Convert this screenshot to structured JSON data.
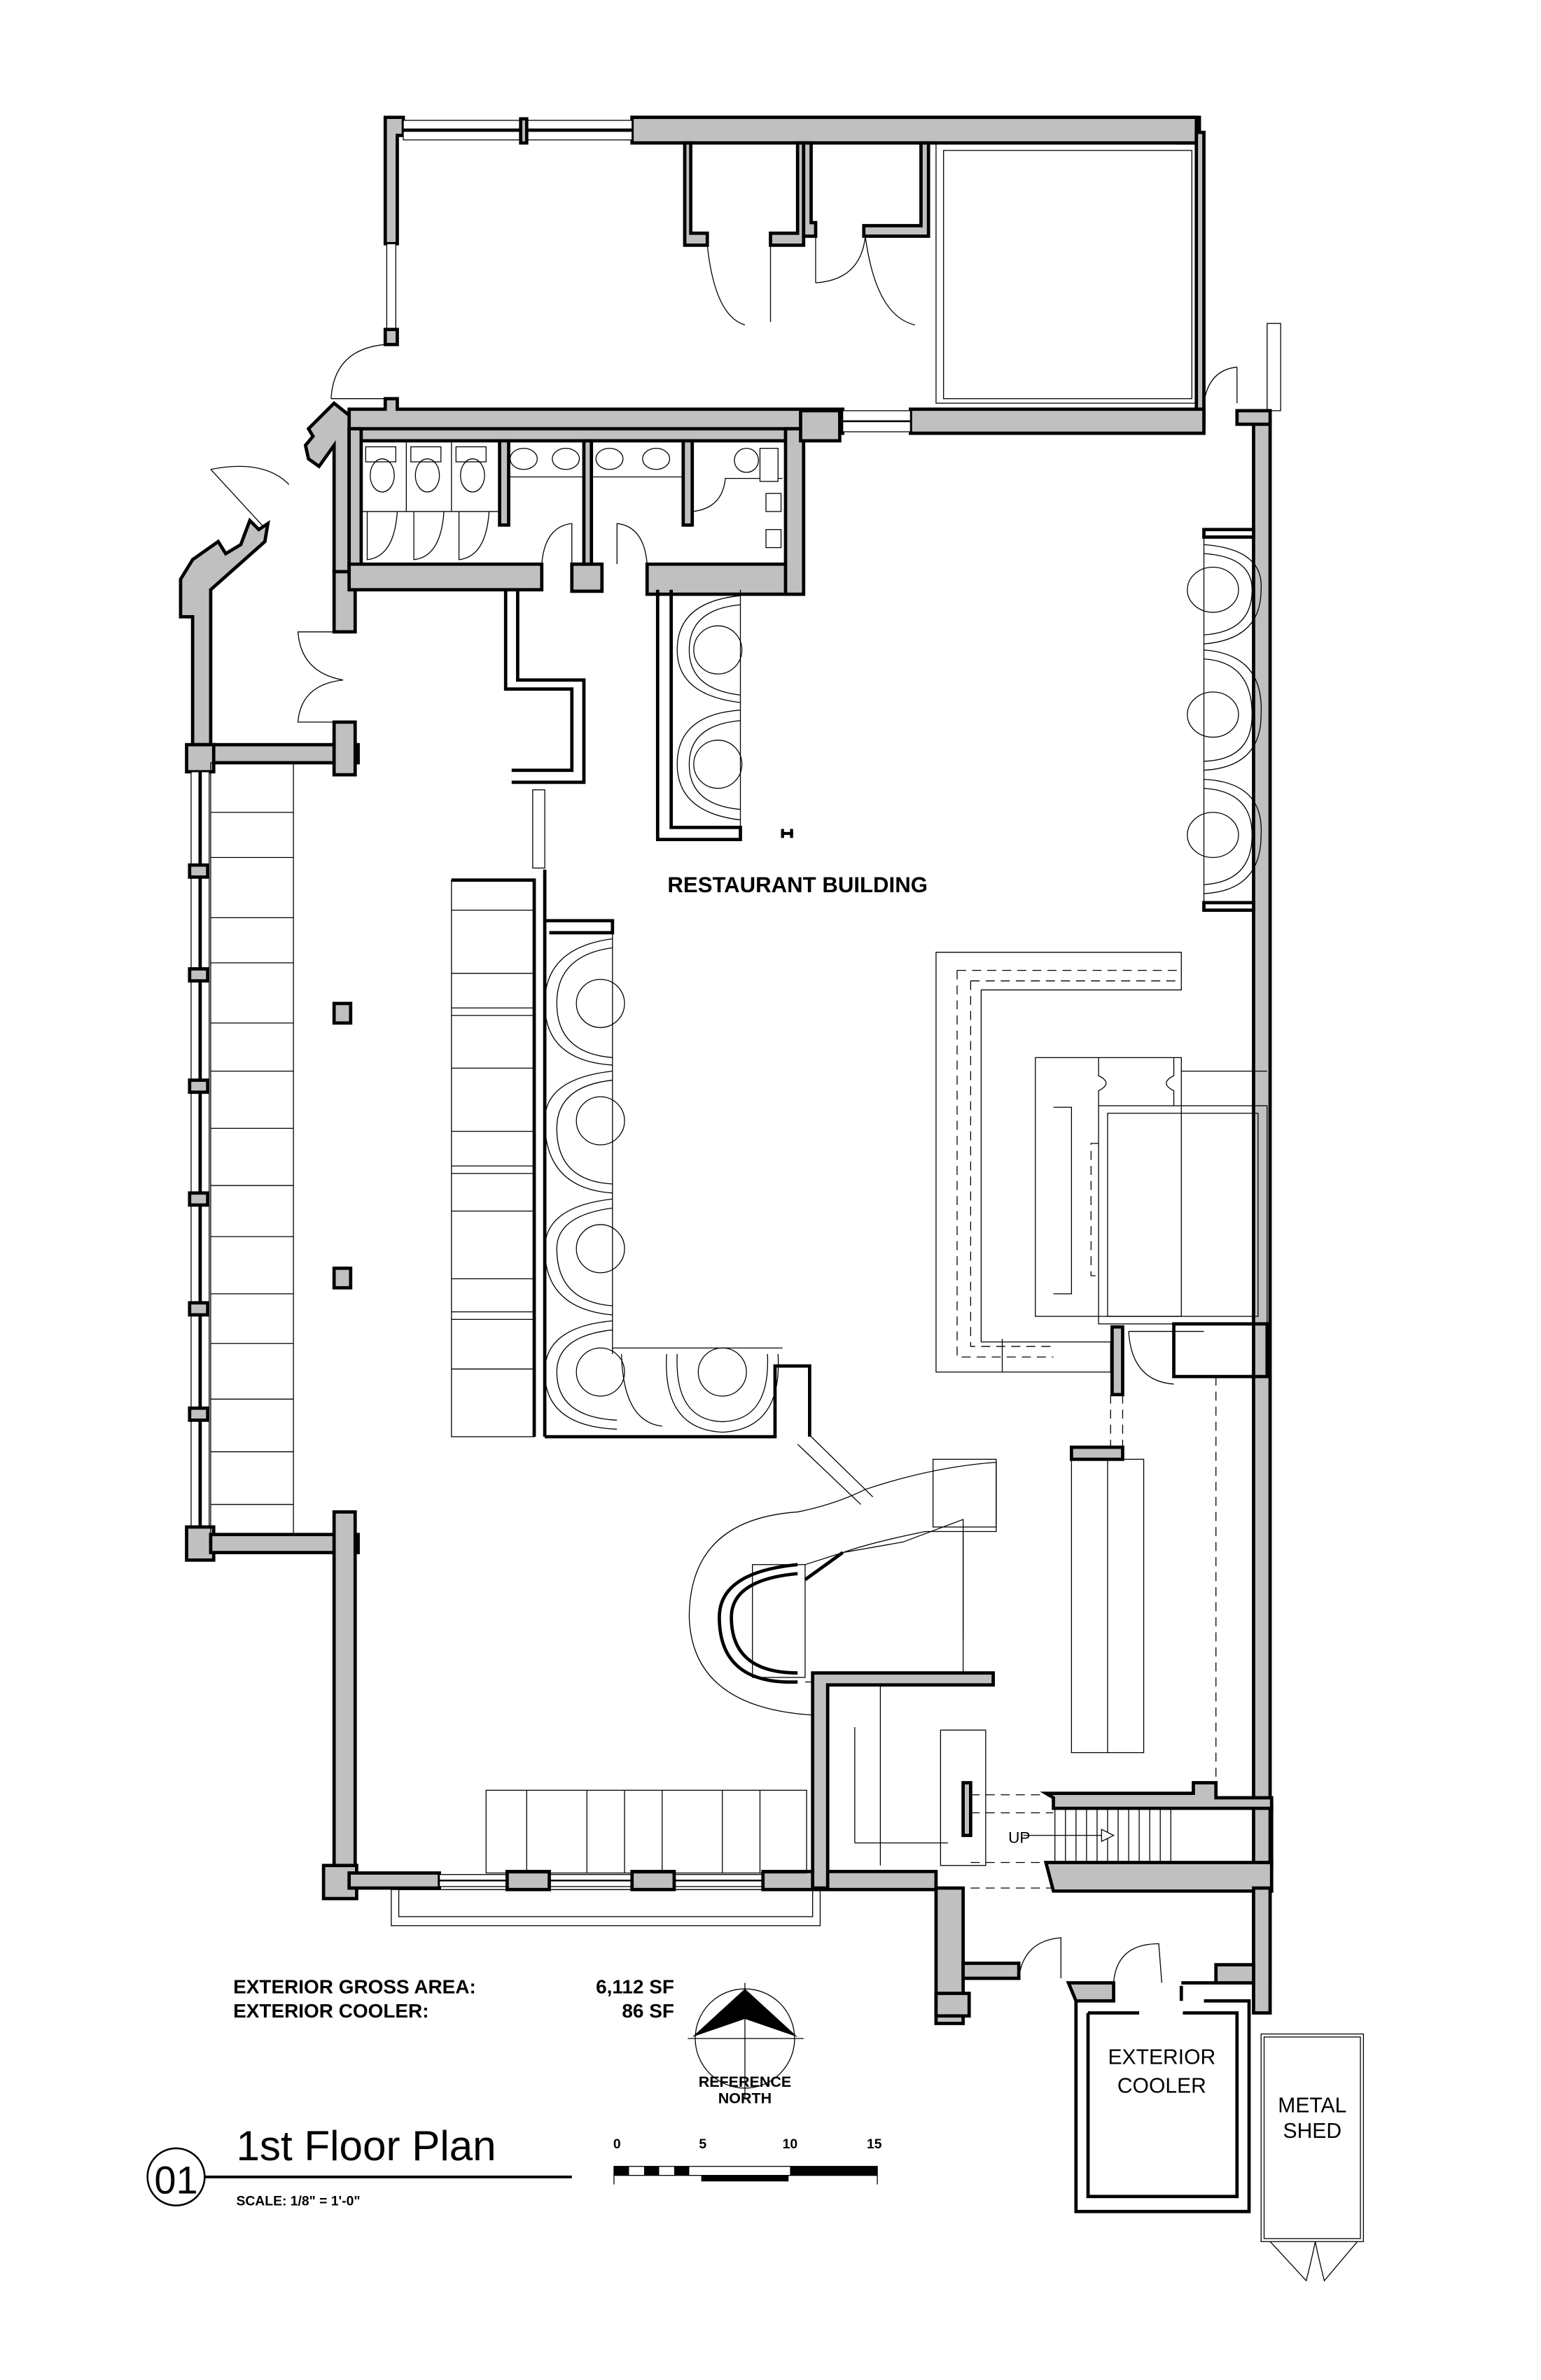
{
  "title": {
    "number": "01",
    "name": "1st Floor Plan",
    "scale": "SCALE: 1/8\" = 1'-0\""
  },
  "building_label": "RESTAURANT BUILDING",
  "rooms": {
    "exterior_cooler_line1": "EXTERIOR",
    "exterior_cooler_line2": "COOLER",
    "metal_shed_line1": "METAL",
    "metal_shed_line2": "SHED"
  },
  "stair": {
    "direction_label": "UP"
  },
  "areas": [
    {
      "label": "EXTERIOR GROSS AREA:",
      "value": "6,112 SF"
    },
    {
      "label": "EXTERIOR COOLER:",
      "value": "86 SF"
    }
  ],
  "north_arrow": {
    "line1": "REFERENCE",
    "line2": "NORTH"
  },
  "scale_bar": {
    "ticks": [
      "0",
      "5",
      "10",
      "15"
    ],
    "units": "feet"
  },
  "colors": {
    "wall_fill": "#c0c0c0",
    "line": "#000000",
    "background": "#ffffff"
  }
}
